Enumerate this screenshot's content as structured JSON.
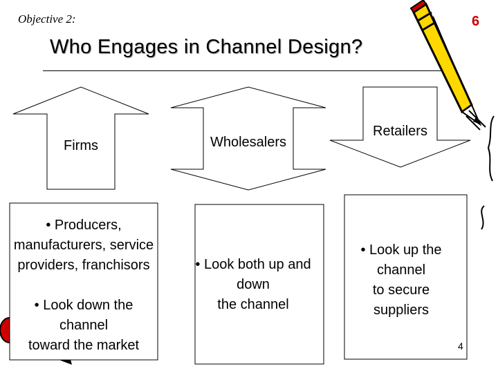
{
  "slide": {
    "objective": "Objective 2:",
    "number": "6",
    "title": "Who Engages in Channel Design?",
    "page_number": "4"
  },
  "columns": [
    {
      "label": "Firms",
      "arrow": "up",
      "points": [
        "• Producers,",
        "manufacturers, service",
        "providers, franchisors",
        "",
        "• Look down the",
        "channel",
        "toward the market"
      ]
    },
    {
      "label": "Wholesalers",
      "arrow": "up-and-down",
      "points": [
        "• Look both up and",
        "down",
        "the channel"
      ]
    },
    {
      "label": "Retailers",
      "arrow": "down",
      "points": [
        "• Look up the",
        "channel",
        "to secure",
        "suppliers"
      ]
    }
  ],
  "colors": {
    "slide_number": "#cc0000",
    "pencil_body": "#ffd800",
    "pencil_accent": "#cc0000"
  },
  "icons": [
    "pencil-icon",
    "clipart-figure-icon"
  ]
}
